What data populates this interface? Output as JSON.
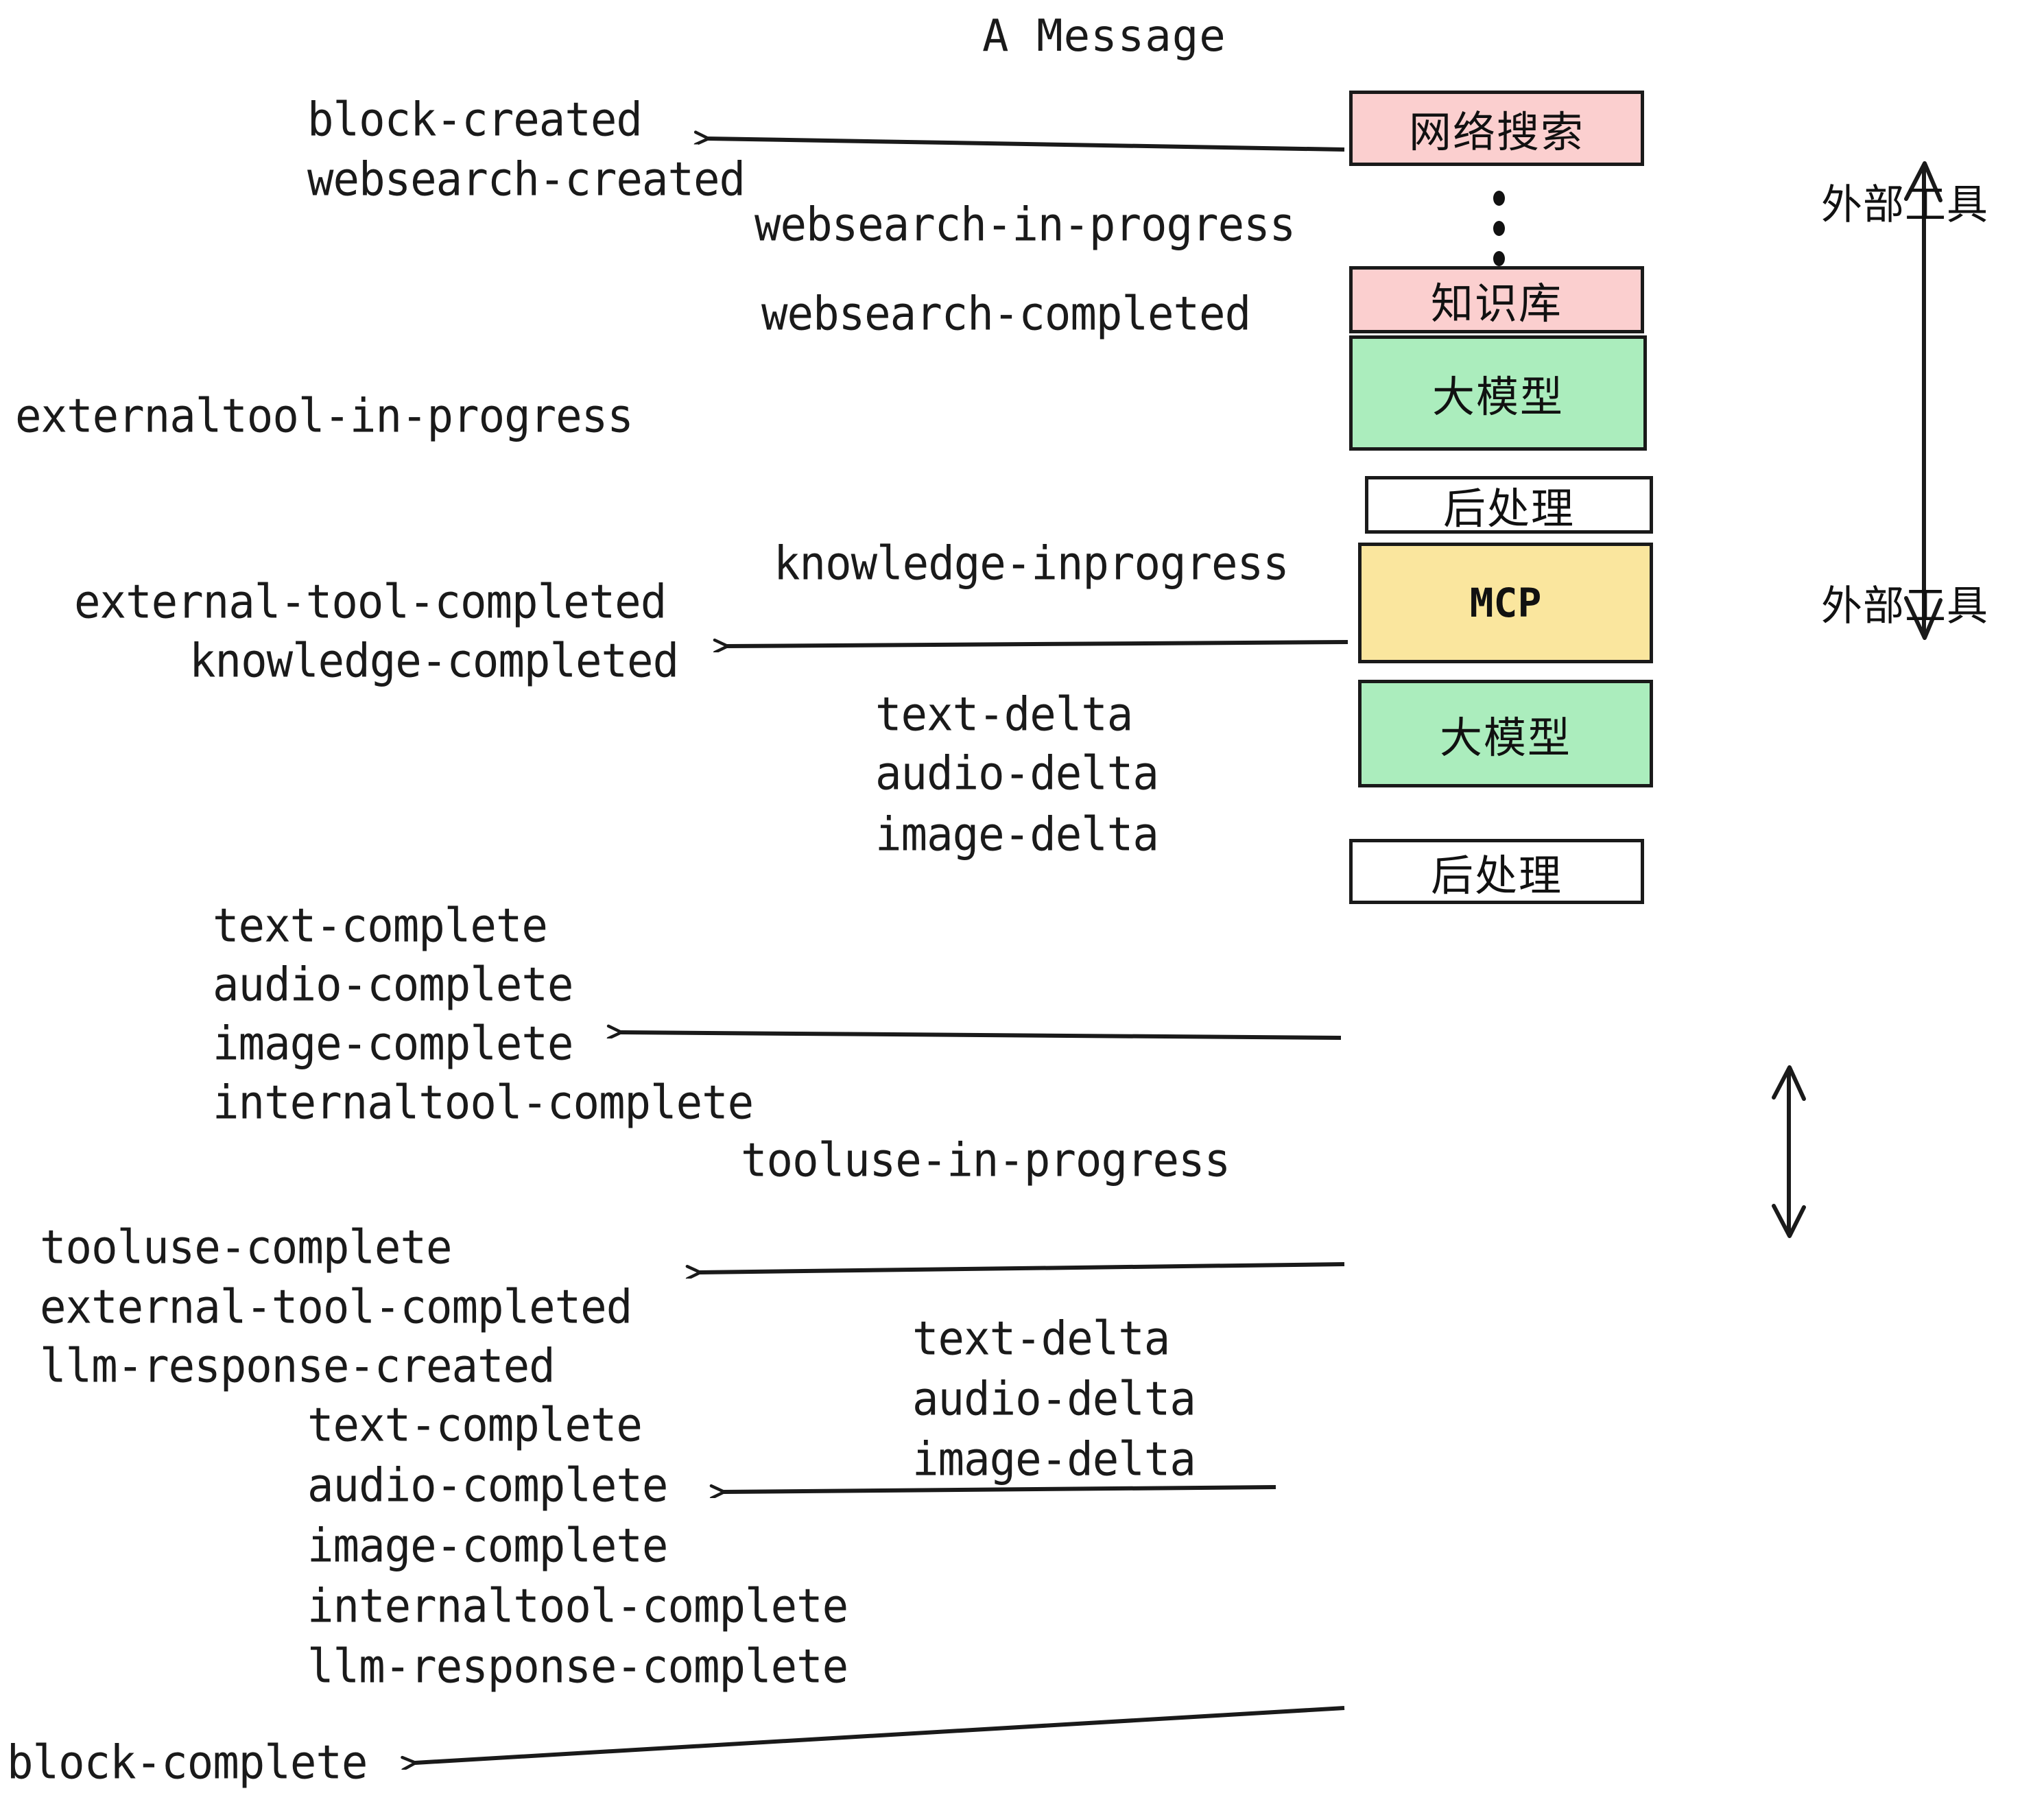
{
  "title": "A Message",
  "colors": {
    "pink": "#FBCFCF",
    "green": "#ABEDBD",
    "yellow": "#FAE69E",
    "white": "#FFFFFF",
    "stroke": "#1a1a1a"
  },
  "nodes": [
    {
      "id": "websearch",
      "label": "网络搜索",
      "fill": "pink"
    },
    {
      "id": "knowledge",
      "label": "知识库",
      "fill": "pink"
    },
    {
      "id": "llm-1",
      "label": "大模型",
      "fill": "green"
    },
    {
      "id": "postprocess-1",
      "label": "后处理",
      "fill": "white"
    },
    {
      "id": "mcp",
      "label": "MCP",
      "fill": "yellow"
    },
    {
      "id": "llm-2",
      "label": "大模型",
      "fill": "green"
    },
    {
      "id": "postprocess-2",
      "label": "后处理",
      "fill": "white"
    }
  ],
  "group_labels": [
    {
      "id": "external-tools-top",
      "label": "外部工具"
    },
    {
      "id": "external-tools-bottom",
      "label": "外部工具"
    }
  ],
  "events": [
    {
      "id": "e01",
      "text": "block-created"
    },
    {
      "id": "e02",
      "text": "websearch-created"
    },
    {
      "id": "e03",
      "text": "websearch-in-progress"
    },
    {
      "id": "e04",
      "text": "websearch-completed"
    },
    {
      "id": "e05",
      "text": "externaltool-in-progress"
    },
    {
      "id": "e06",
      "text": "knowledge-inprogress"
    },
    {
      "id": "e07",
      "text": "external-tool-completed"
    },
    {
      "id": "e08",
      "text": "knowledge-completed"
    },
    {
      "id": "e09",
      "text": "text-delta"
    },
    {
      "id": "e10",
      "text": "audio-delta"
    },
    {
      "id": "e11",
      "text": "image-delta"
    },
    {
      "id": "e12",
      "text": "text-complete"
    },
    {
      "id": "e13",
      "text": "audio-complete"
    },
    {
      "id": "e14",
      "text": "image-complete"
    },
    {
      "id": "e15",
      "text": "internaltool-complete"
    },
    {
      "id": "e16",
      "text": "tooluse-in-progress"
    },
    {
      "id": "e17",
      "text": "tooluse-complete"
    },
    {
      "id": "e18",
      "text": "external-tool-completed"
    },
    {
      "id": "e19",
      "text": "llm-response-created"
    },
    {
      "id": "e20",
      "text": "text-complete"
    },
    {
      "id": "e21",
      "text": "audio-complete"
    },
    {
      "id": "e22",
      "text": "image-complete"
    },
    {
      "id": "e23",
      "text": "internaltool-complete"
    },
    {
      "id": "e24",
      "text": "llm-response-complete"
    },
    {
      "id": "e25",
      "text": "text-delta"
    },
    {
      "id": "e26",
      "text": "audio-delta"
    },
    {
      "id": "e27",
      "text": "image-delta"
    },
    {
      "id": "e28",
      "text": "block-complete"
    }
  ],
  "ellipsis": "⋮"
}
